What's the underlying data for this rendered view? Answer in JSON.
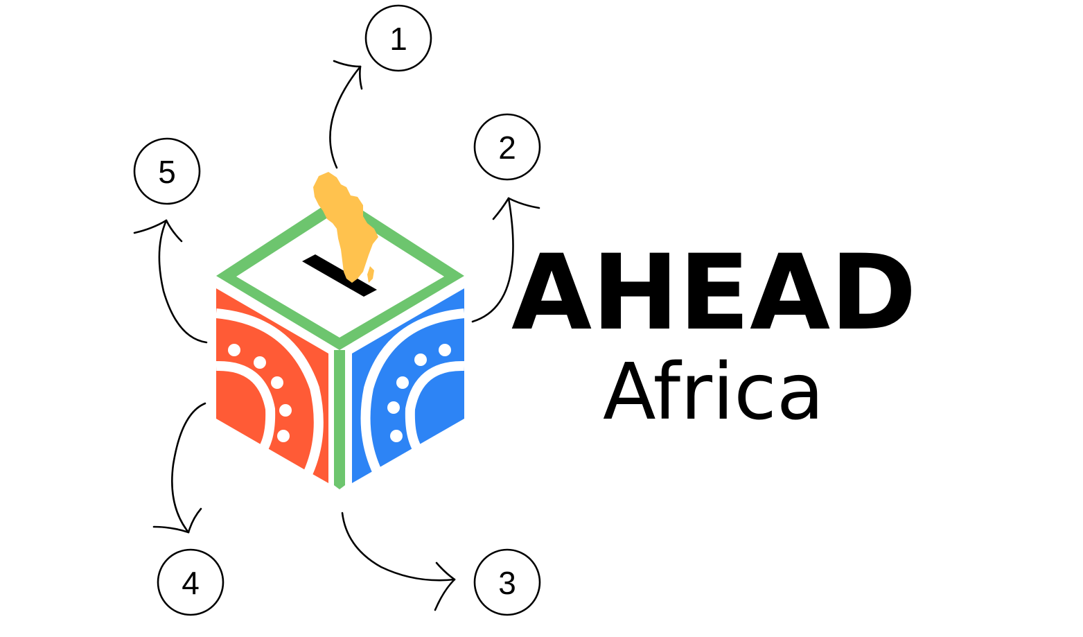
{
  "logo": {
    "title": "AHEAD",
    "subtitle": "Africa",
    "box_icon": "ballot-box-icon",
    "map_icon": "africa-map-icon",
    "colors": {
      "green": "#6DC56E",
      "red": "#FF5B36",
      "blue": "#2D84F5",
      "yellow": "#FFC24E",
      "black": "#000000"
    }
  },
  "callouts": [
    {
      "label": "1"
    },
    {
      "label": "2"
    },
    {
      "label": "3"
    },
    {
      "label": "4"
    },
    {
      "label": "5"
    }
  ]
}
